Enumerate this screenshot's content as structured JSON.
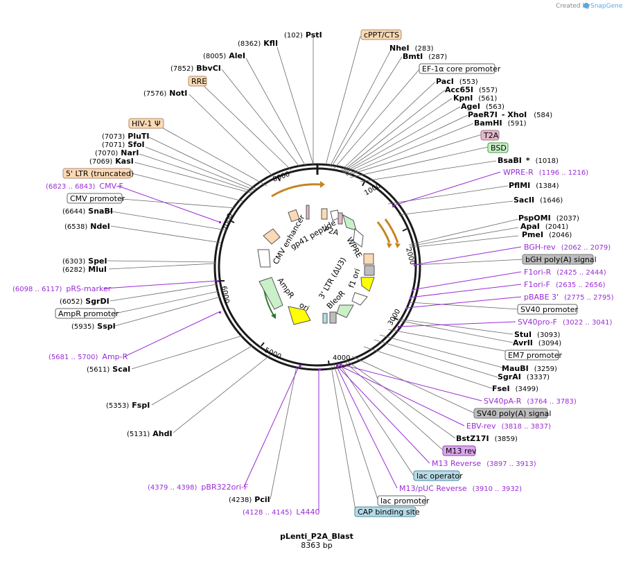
{
  "credit": "Created by",
  "credit_brand": "SnapGene",
  "plasmid": {
    "name": "pLenti_P2A_Blast",
    "size_label": "8363 bp"
  },
  "ticks": [
    "1000",
    "2000",
    "3000",
    "4000",
    "5000",
    "6000",
    "7000",
    "8000"
  ],
  "inner_labels": {
    "cmv_enhancer": "CMV enhancer",
    "gp41": "gp41 peptide",
    "p2a": "P2A",
    "wpre": "WPRE",
    "ltr3": "3' LTR (ΔU3)",
    "f1ori": "f1 ori",
    "bleor": "BleoR",
    "ori": "ori",
    "ampr": "AmpR"
  },
  "left_labels": [
    {
      "name": "PstI",
      "pos": "(102)"
    },
    {
      "name": "KflI",
      "pos": "(8362)"
    },
    {
      "name": "AleI",
      "pos": "(8005)"
    },
    {
      "name": "BbvCI",
      "pos": "(7852)"
    },
    {
      "name": "NotI",
      "pos": "(7576)"
    },
    {
      "name": "PluTI",
      "pos": "(7073)"
    },
    {
      "name": "SfoI",
      "pos": "(7071)"
    },
    {
      "name": "NarI",
      "pos": "(7070)"
    },
    {
      "name": "KasI",
      "pos": "(7069)"
    },
    {
      "name": "SnaBI",
      "pos": "(6644)"
    },
    {
      "name": "NdeI",
      "pos": "(6538)"
    },
    {
      "name": "SpeI",
      "pos": "(6303)"
    },
    {
      "name": "MluI",
      "pos": "(6282)"
    },
    {
      "name": "SgrDI",
      "pos": "(6052)"
    },
    {
      "name": "SspI",
      "pos": "(5935)"
    },
    {
      "name": "ScaI",
      "pos": "(5611)"
    },
    {
      "name": "FspI",
      "pos": "(5353)"
    },
    {
      "name": "AhdI",
      "pos": "(5131)"
    },
    {
      "name": "PciI",
      "pos": "(4238)"
    }
  ],
  "left_features": {
    "rre": "RRE",
    "hiv": "HIV-1 Ψ",
    "ltr5": "5' LTR (truncated)",
    "cmvprom": "CMV promoter",
    "ampprom": "AmpR promoter"
  },
  "left_primers": [
    {
      "name": "CMV-F",
      "pos": "(6823 .. 6843)"
    },
    {
      "name": "pRS-marker",
      "pos": "(6098 .. 6117)"
    },
    {
      "name": "Amp-R",
      "pos": "(5681 .. 5700)"
    },
    {
      "name": "pBR322ori-F",
      "pos": "(4379 .. 4398)"
    },
    {
      "name": "L4440",
      "pos": "(4128 .. 4145)"
    }
  ],
  "right_labels": [
    {
      "name": "NheI",
      "pos": "(283)"
    },
    {
      "name": "BmtI",
      "pos": "(287)"
    },
    {
      "name": "PacI",
      "pos": "(553)"
    },
    {
      "name": "Acc65I",
      "pos": "(557)"
    },
    {
      "name": "KpnI",
      "pos": "(561)"
    },
    {
      "name": "AgeI",
      "pos": "(563)"
    },
    {
      "name": "PaeR7I",
      "pos": "- XhoI"
    },
    {
      "name": "BamHI",
      "pos": "(591)"
    },
    {
      "name": "BsaBI",
      "pos": "(1018)"
    },
    {
      "name": "PflMI",
      "pos": "(1384)"
    },
    {
      "name": "SacII",
      "pos": "(1646)"
    },
    {
      "name": "PspOMI",
      "pos": "(2037)"
    },
    {
      "name": "ApaI",
      "pos": "(2041)"
    },
    {
      "name": "PmeI",
      "pos": "(2046)"
    },
    {
      "name": "StuI",
      "pos": "(3093)"
    },
    {
      "name": "AvrII",
      "pos": "(3094)"
    },
    {
      "name": "MauBI",
      "pos": "(3259)"
    },
    {
      "name": "SgrAI",
      "pos": "(3337)"
    },
    {
      "name": "FseI",
      "pos": "(3499)"
    },
    {
      "name": "BstZ17I",
      "pos": "(3859)"
    }
  ],
  "xhoi_pos": "(584)",
  "bsabi_star": "*",
  "right_features": {
    "cppt": "cPPT/CTS",
    "ef1a": "EF-1α core promoter",
    "t2a": "T2A",
    "bsd": "BSD",
    "bgh": "bGH poly(A) signal",
    "sv40prom": "SV40 promoter",
    "em7": "EM7 promoter",
    "sv40polya": "SV40 poly(A) signal",
    "m13rev": "M13 rev",
    "lacop": "lac operator",
    "lacprom": "lac promoter",
    "cap": "CAP binding site"
  },
  "right_primers": [
    {
      "name": "WPRE-R",
      "pos": "(1196 .. 1216)"
    },
    {
      "name": "BGH-rev",
      "pos": "(2062 .. 2079)"
    },
    {
      "name": "F1ori-R",
      "pos": "(2425 .. 2444)"
    },
    {
      "name": "F1ori-F",
      "pos": "(2635 .. 2656)"
    },
    {
      "name": "pBABE 3'",
      "pos": "(2775 .. 2795)"
    },
    {
      "name": "SV40pro-F",
      "pos": "(3022 .. 3041)"
    },
    {
      "name": "SV40pA-R",
      "pos": "(3764 .. 3783)"
    },
    {
      "name": "EBV-rev",
      "pos": "(3818 .. 3837)"
    },
    {
      "name": "M13 Reverse",
      "pos": "(3897 .. 3913)"
    },
    {
      "name": "M13/pUC Reverse",
      "pos": "(3910 .. 3932)"
    }
  ],
  "colors": {
    "backbone": "#1a1a1a",
    "primer": "#9a2bd6",
    "orange_feat": "#fbd9b5",
    "pink_feat": "#e3b8c9",
    "green_feat": "#c9f0c9",
    "grey_feat": "#bdbdbd",
    "purple_feat": "#dca6ee",
    "blue_feat": "#b7dbe6",
    "yellow": "#ffff00",
    "arrow_orange": "#e0a02a"
  }
}
